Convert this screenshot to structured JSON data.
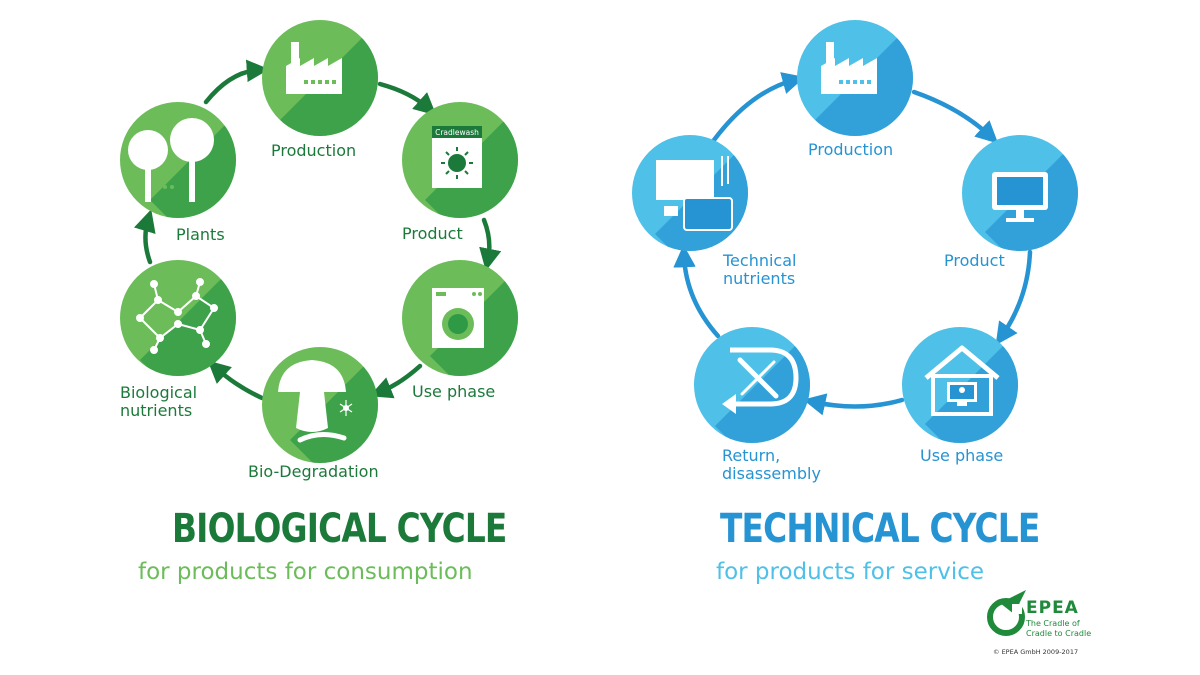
{
  "biological": {
    "title": "BIOLOGICAL CYCLE",
    "subtitle": "for products for consumption",
    "color_dark": "#1b7a3a",
    "color_light": "#6cbd5a",
    "nodes": [
      {
        "label": "Production",
        "icon": "factory-icon"
      },
      {
        "label": "Product",
        "icon": "cradlewash-box-icon",
        "icon_text": "Cradlewash"
      },
      {
        "label": "Use phase",
        "icon": "washing-machine-icon"
      },
      {
        "label": "Bio-Degradation",
        "icon": "mushroom-icon"
      },
      {
        "label": "Biological\nnutrients",
        "icon": "molecule-icon"
      },
      {
        "label": "Plants",
        "icon": "trees-icon"
      }
    ]
  },
  "technical": {
    "title": "TECHNICAL CYCLE",
    "subtitle": "for products for service",
    "color_dark": "#2693d3",
    "color_light": "#4fc0e8",
    "nodes": [
      {
        "label": "Production",
        "icon": "factory-icon"
      },
      {
        "label": "Product",
        "icon": "monitor-icon"
      },
      {
        "label": "Use phase",
        "icon": "house-monitor-icon"
      },
      {
        "label": "Return,\ndisassembly",
        "icon": "tools-return-icon"
      },
      {
        "label": "Technical\nnutrients",
        "icon": "components-icon"
      }
    ]
  },
  "logo": {
    "name": "EPEA",
    "tagline_1": "The Cradle of",
    "tagline_2": "Cradle to Cradle",
    "copyright": "© EPEA GmbH 2009-2017",
    "color": "#1f8a3a"
  }
}
